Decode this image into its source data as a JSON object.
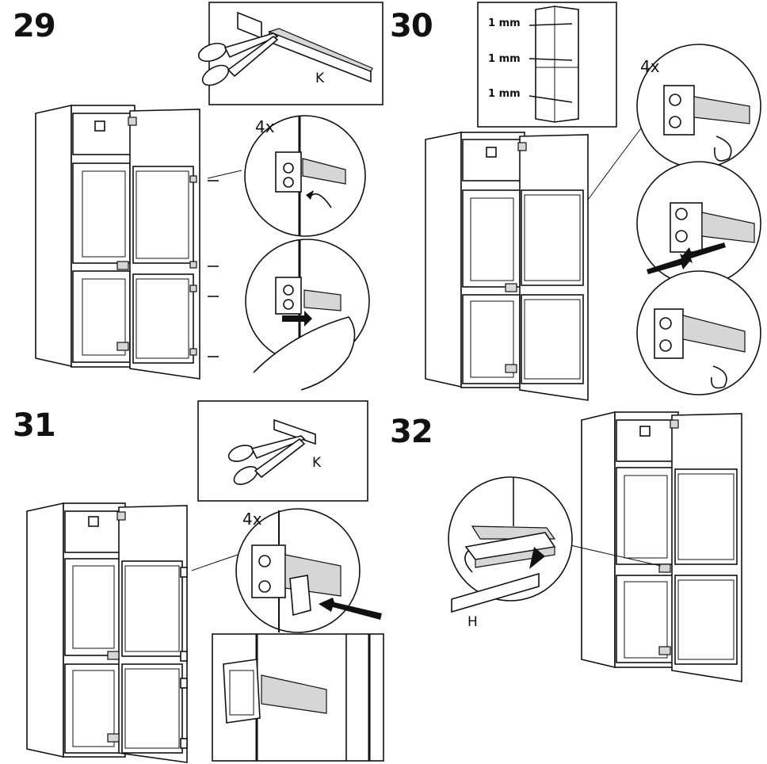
{
  "steps": {
    "s29": "29",
    "s30": "30",
    "s31": "31",
    "s32": "32"
  },
  "labels": {
    "part_k_29": "K",
    "part_k_31": "K",
    "part_h": "H",
    "count_29": "4x",
    "count_30": "4x",
    "count_31": "4x",
    "gap_1": "1 mm",
    "gap_2": "1 mm",
    "gap_3": "1 mm"
  }
}
